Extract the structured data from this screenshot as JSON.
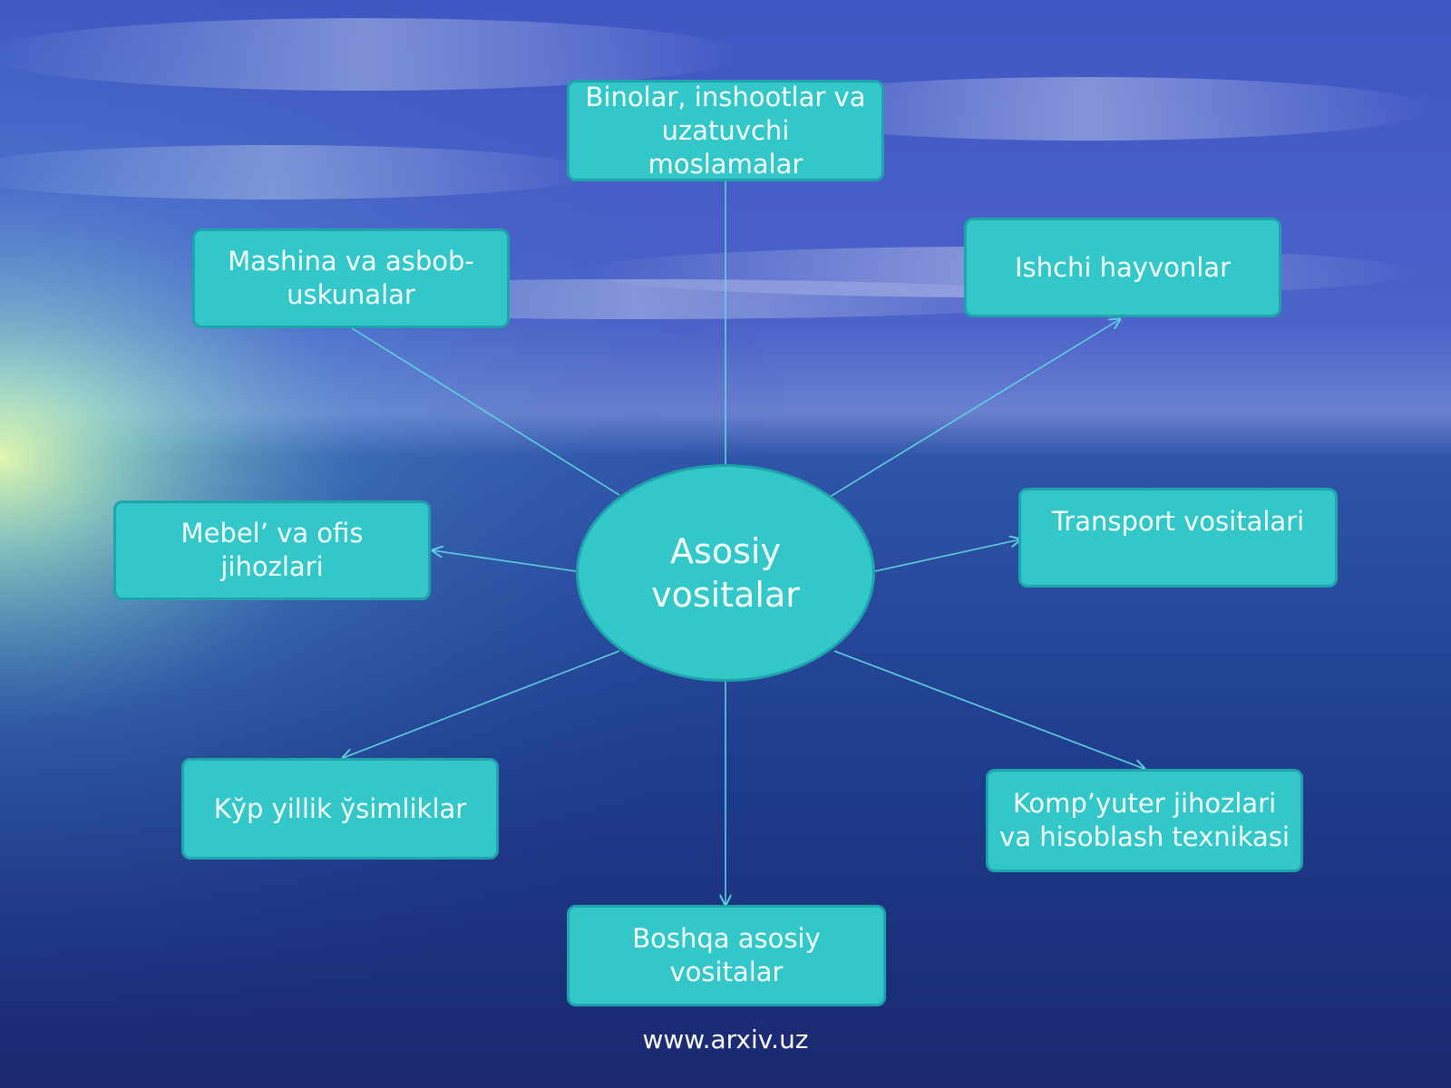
{
  "diagram": {
    "center": {
      "label": "Asosiy vositalar"
    },
    "nodes": [
      {
        "id": "binolar",
        "label": "Binolar, inshootlar va uzatuvchi moslamalar"
      },
      {
        "id": "ishchi",
        "label": "Ishchi hayvonlar"
      },
      {
        "id": "transport",
        "label": "Transport vositalari"
      },
      {
        "id": "kompyuter",
        "label": "Komp’yuter jihozlari va hisoblash texnikasi"
      },
      {
        "id": "boshqa",
        "label": "Boshqa asosiy vositalar"
      },
      {
        "id": "kop-yillik",
        "label": "Kўp yillik ўsimliklar"
      },
      {
        "id": "mebel",
        "label": "Mebel’ va ofis jihozlari"
      },
      {
        "id": "mashina",
        "label": "Mashina va asbob-uskunalar"
      }
    ],
    "colors": {
      "node_fill": "#33c7c9",
      "node_border": "#1fa3ad",
      "connector": "#5fd0e0",
      "text": "#f4ffff"
    }
  },
  "footer": {
    "text": "www.arxiv.uz"
  }
}
